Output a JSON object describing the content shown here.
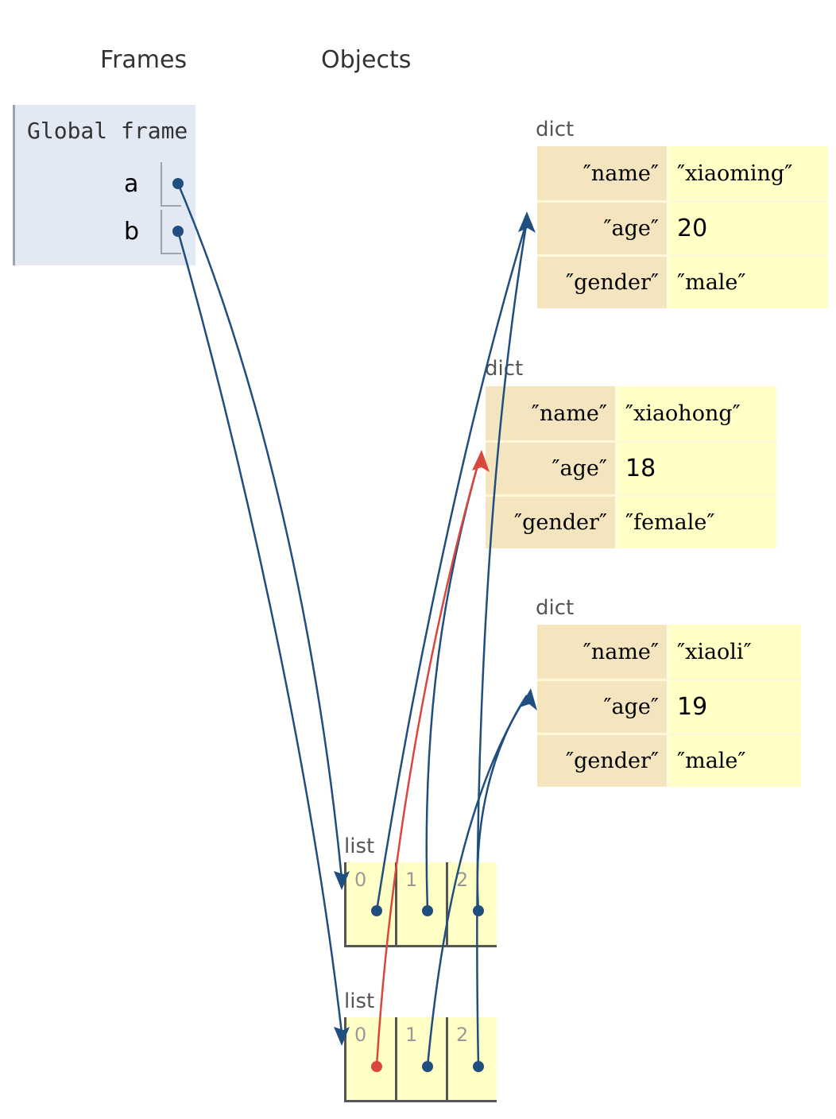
{
  "headers": {
    "frames": "Frames",
    "objects": "Objects"
  },
  "global_frame": {
    "title": "Global frame",
    "vars": [
      {
        "name": "a"
      },
      {
        "name": "b"
      }
    ]
  },
  "dicts": [
    {
      "type": "dict",
      "entries": [
        {
          "key": "″name″",
          "value": "″xiaoming″",
          "numeric": false
        },
        {
          "key": "″age″",
          "value": "20",
          "numeric": true
        },
        {
          "key": "″gender″",
          "value": "″male″",
          "numeric": false
        }
      ]
    },
    {
      "type": "dict",
      "entries": [
        {
          "key": "″name″",
          "value": "″xiaohong″",
          "numeric": false
        },
        {
          "key": "″age″",
          "value": "18",
          "numeric": true
        },
        {
          "key": "″gender″",
          "value": "″female″",
          "numeric": false
        }
      ]
    },
    {
      "type": "dict",
      "entries": [
        {
          "key": "″name″",
          "value": "″xiaoli″",
          "numeric": false
        },
        {
          "key": "″age″",
          "value": "19",
          "numeric": true
        },
        {
          "key": "″gender″",
          "value": "″male″",
          "numeric": false
        }
      ]
    }
  ],
  "lists": [
    {
      "type": "list",
      "indices": [
        "0",
        "1",
        "2"
      ]
    },
    {
      "type": "list",
      "indices": [
        "0",
        "1",
        "2"
      ]
    }
  ],
  "colors": {
    "pointer": "#1f4e7f",
    "highlight_pointer": "#d9473d"
  }
}
